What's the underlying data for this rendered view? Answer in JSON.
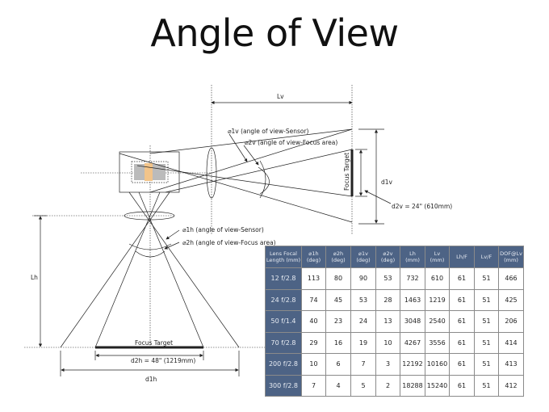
{
  "title": "Angle of View",
  "diagram": {
    "lv": "Lv",
    "a1v": "⌀1v (angle of view-Sensor)",
    "a2v": "⌀2v (angle of view-Focus area)",
    "focus_target_v": "Focus Target",
    "d1v": "d1v",
    "d2v": "d2v = 24\" (610mm)",
    "a1h": "⌀1h (angle of view-Sensor)",
    "a2h": "⌀2h (angle of view-Focus area)",
    "lh": "Lh",
    "focus_target_h": "Focus Target",
    "d2h": "d2h = 48\" (1219mm)",
    "d1h": "d1h"
  },
  "table": {
    "headers": [
      [
        "Lens Focal",
        "Length (mm)"
      ],
      [
        "⌀1h",
        "(deg)"
      ],
      [
        "⌀2h",
        "(deg)"
      ],
      [
        "⌀1v",
        "(deg)"
      ],
      [
        "⌀2v",
        "(deg)"
      ],
      [
        "Lh",
        "(mm)"
      ],
      [
        "Lv",
        "(mm)"
      ],
      [
        "Lh/F",
        ""
      ],
      [
        "Lv/F",
        ""
      ],
      [
        "DOF@Lv",
        "(mm)"
      ]
    ],
    "rows": [
      [
        "12 f/2.8",
        "113",
        "80",
        "90",
        "53",
        "732",
        "610",
        "61",
        "51",
        "466"
      ],
      [
        "24 f/2.8",
        "74",
        "45",
        "53",
        "28",
        "1463",
        "1219",
        "61",
        "51",
        "425"
      ],
      [
        "50 f/1.4",
        "40",
        "23",
        "24",
        "13",
        "3048",
        "2540",
        "61",
        "51",
        "206"
      ],
      [
        "70 f/2.8",
        "29",
        "16",
        "19",
        "10",
        "4267",
        "3556",
        "61",
        "51",
        "414"
      ],
      [
        "200 f/2.8",
        "10",
        "6",
        "7",
        "3",
        "12192",
        "10160",
        "61",
        "51",
        "413"
      ],
      [
        "300 f/2.8",
        "7",
        "4",
        "5",
        "2",
        "18288",
        "15240",
        "61",
        "51",
        "412"
      ]
    ]
  },
  "colors": {
    "header_bg": "#4d6385",
    "sensor_highlight": "#f2c48a"
  }
}
